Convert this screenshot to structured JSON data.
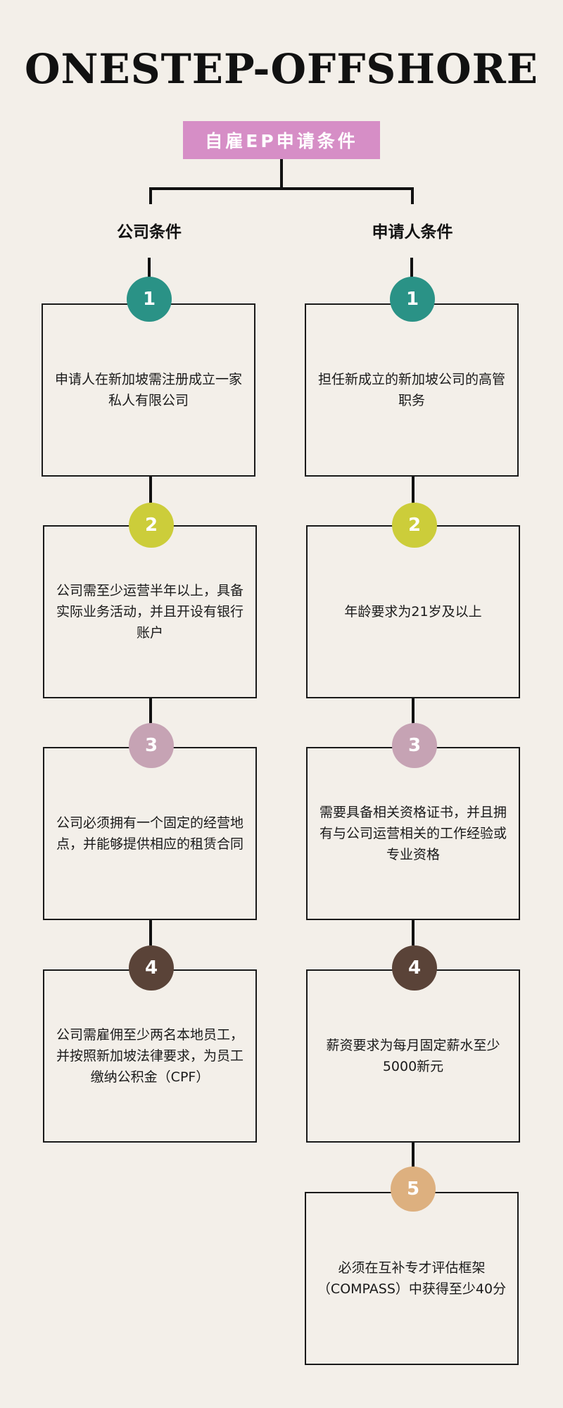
{
  "title": "ONESTEP-OFFSHORE",
  "header_badge": "自雇EP申请条件",
  "columns": [
    {
      "heading": "公司条件",
      "steps": [
        {
          "number": "1",
          "text": "申请人在新加坡需注册成立一家私人有限公司",
          "color": "#2a9286"
        },
        {
          "number": "2",
          "text": "公司需至少运营半年以上，具备实际业务活动，并且开设有银行账户",
          "color": "#cccd3a"
        },
        {
          "number": "3",
          "text": "公司必须拥有一个固定的经营地点，并能够提供相应的租赁合同",
          "color": "#c6a3b4"
        },
        {
          "number": "4",
          "text": "公司需雇佣至少两名本地员工，并按照新加坡法律要求，为员工缴纳公积金（CPF）",
          "color": "#5a4338"
        }
      ]
    },
    {
      "heading": "申请人条件",
      "steps": [
        {
          "number": "1",
          "text": "担任新成立的新加坡公司的高管职务",
          "color": "#2a9286"
        },
        {
          "number": "2",
          "text": "年龄要求为21岁及以上",
          "color": "#cccd3a"
        },
        {
          "number": "3",
          "text": "需要具备相关资格证书，并且拥有与公司运营相关的工作经验或专业资格",
          "color": "#c6a3b4"
        },
        {
          "number": "4",
          "text": "薪资要求为每月固定薪水至少5000新元",
          "color": "#5a4338"
        },
        {
          "number": "5",
          "text": "必须在互补专才评估框架（COMPASS）中获得至少40分",
          "color": "#ddb07f"
        }
      ]
    }
  ]
}
